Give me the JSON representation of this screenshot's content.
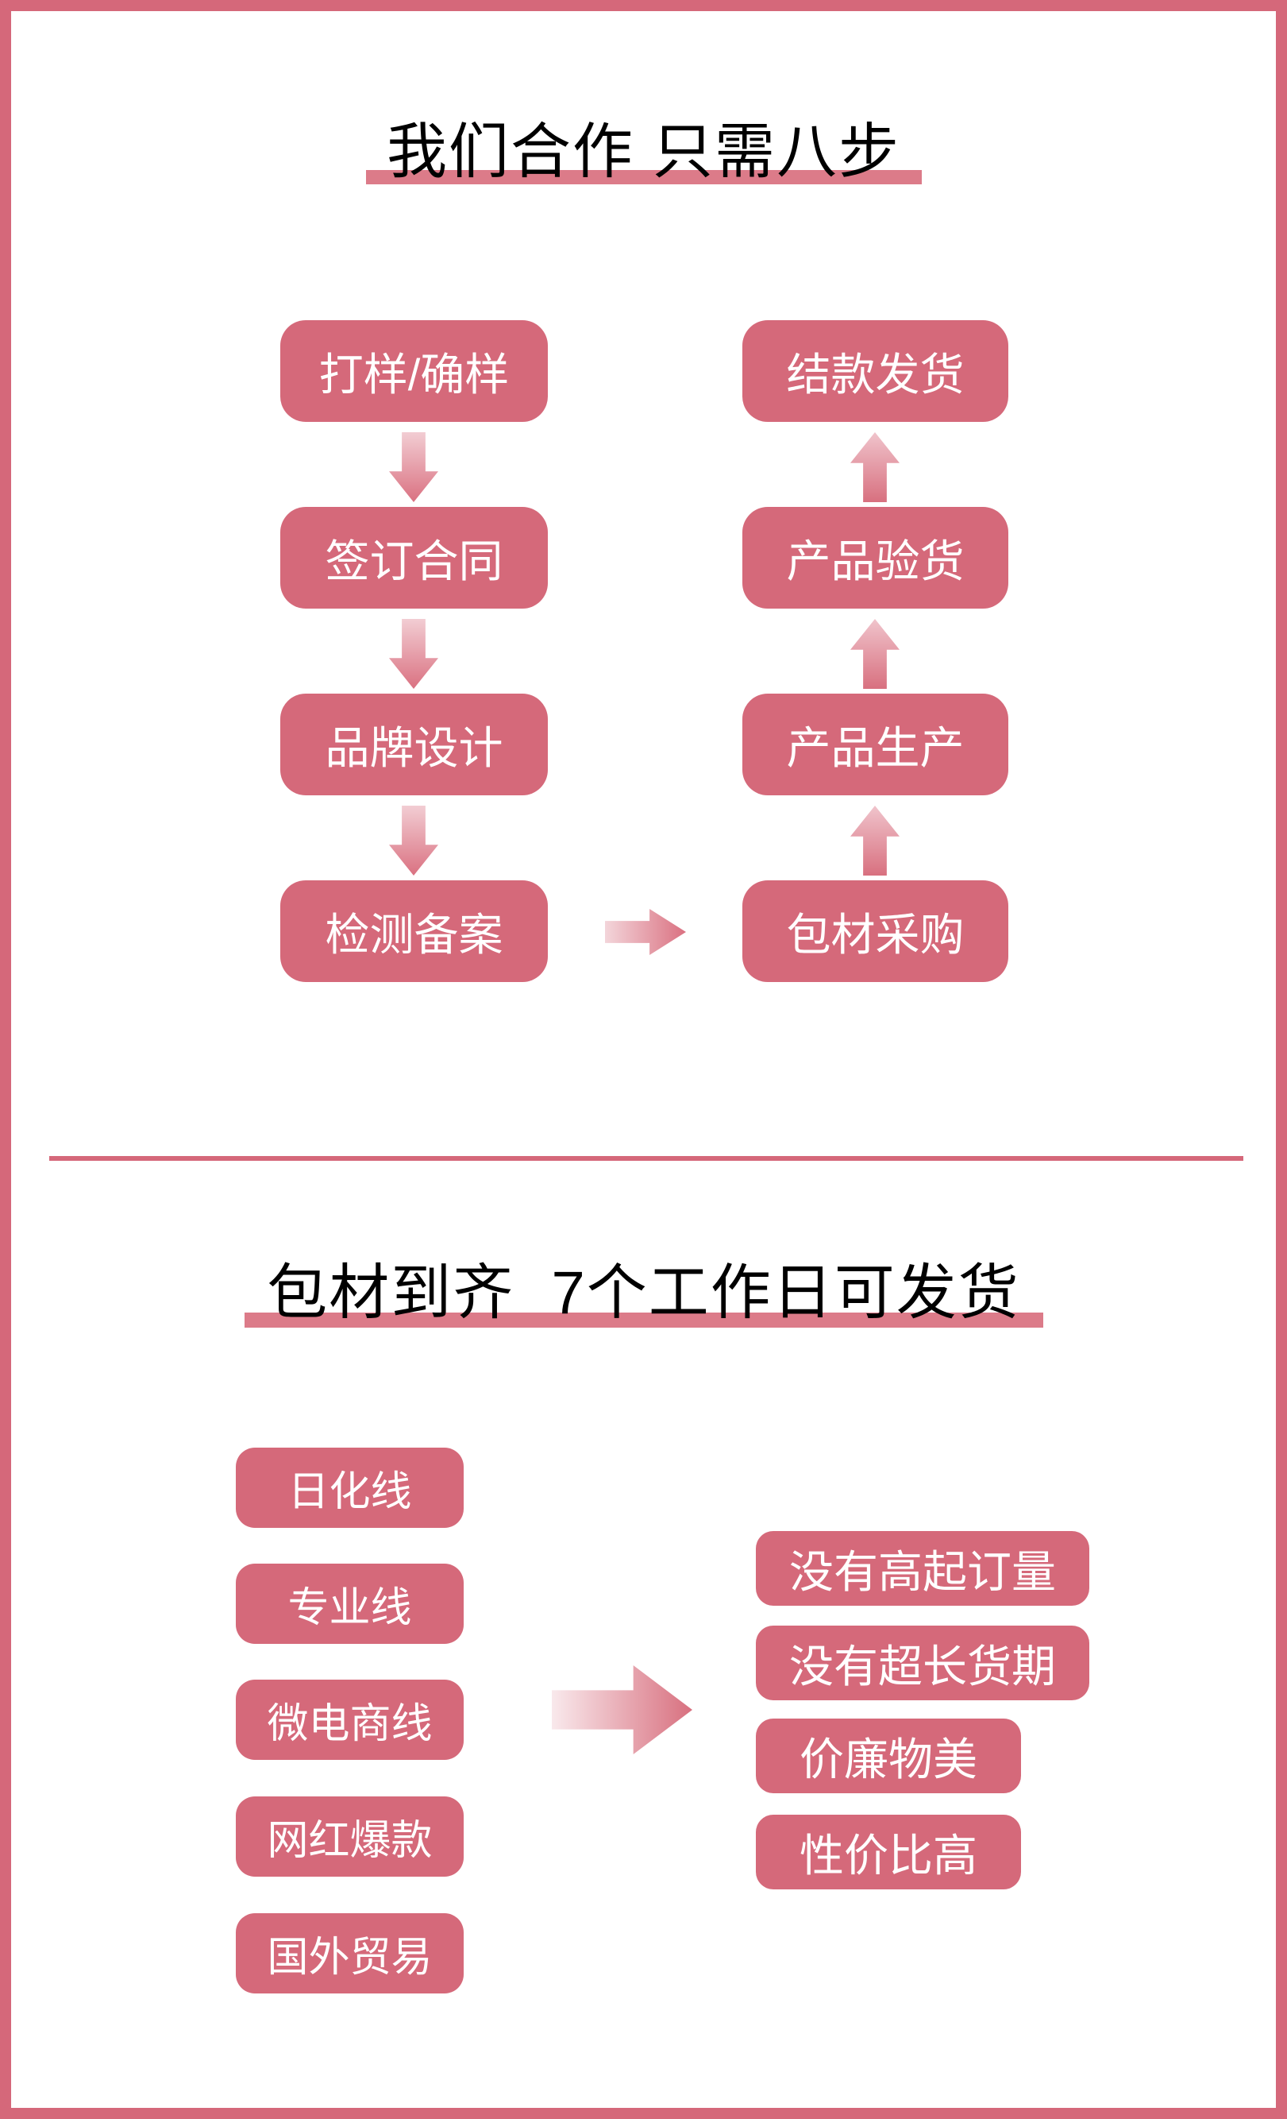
{
  "process": {
    "title": "我们合作 只需八步",
    "steps_left": [
      "打样/确样",
      "签订合同",
      "品牌设计",
      "检测备案"
    ],
    "steps_right": [
      "结款发货",
      "产品验货",
      "产品生产",
      "包材采购"
    ]
  },
  "delivery": {
    "title": "包材到齐  7个工作日可发货",
    "product_lines": [
      "日化线",
      "专业线",
      "微电商线",
      "网红爆款",
      "国外贸易"
    ],
    "benefits": [
      "没有高起订量",
      "没有超长货期",
      "价廉物美",
      "性价比高"
    ]
  },
  "colors": {
    "frame_rose": "#d5687a",
    "box_rose": "#d5697a",
    "underline_rose": "#dc7b89",
    "arrow_light": "#f2cdd3",
    "arrow_dark": "#da7181",
    "title_text": "#000000",
    "box_text": "#ffffff",
    "background": "#ffffff"
  }
}
